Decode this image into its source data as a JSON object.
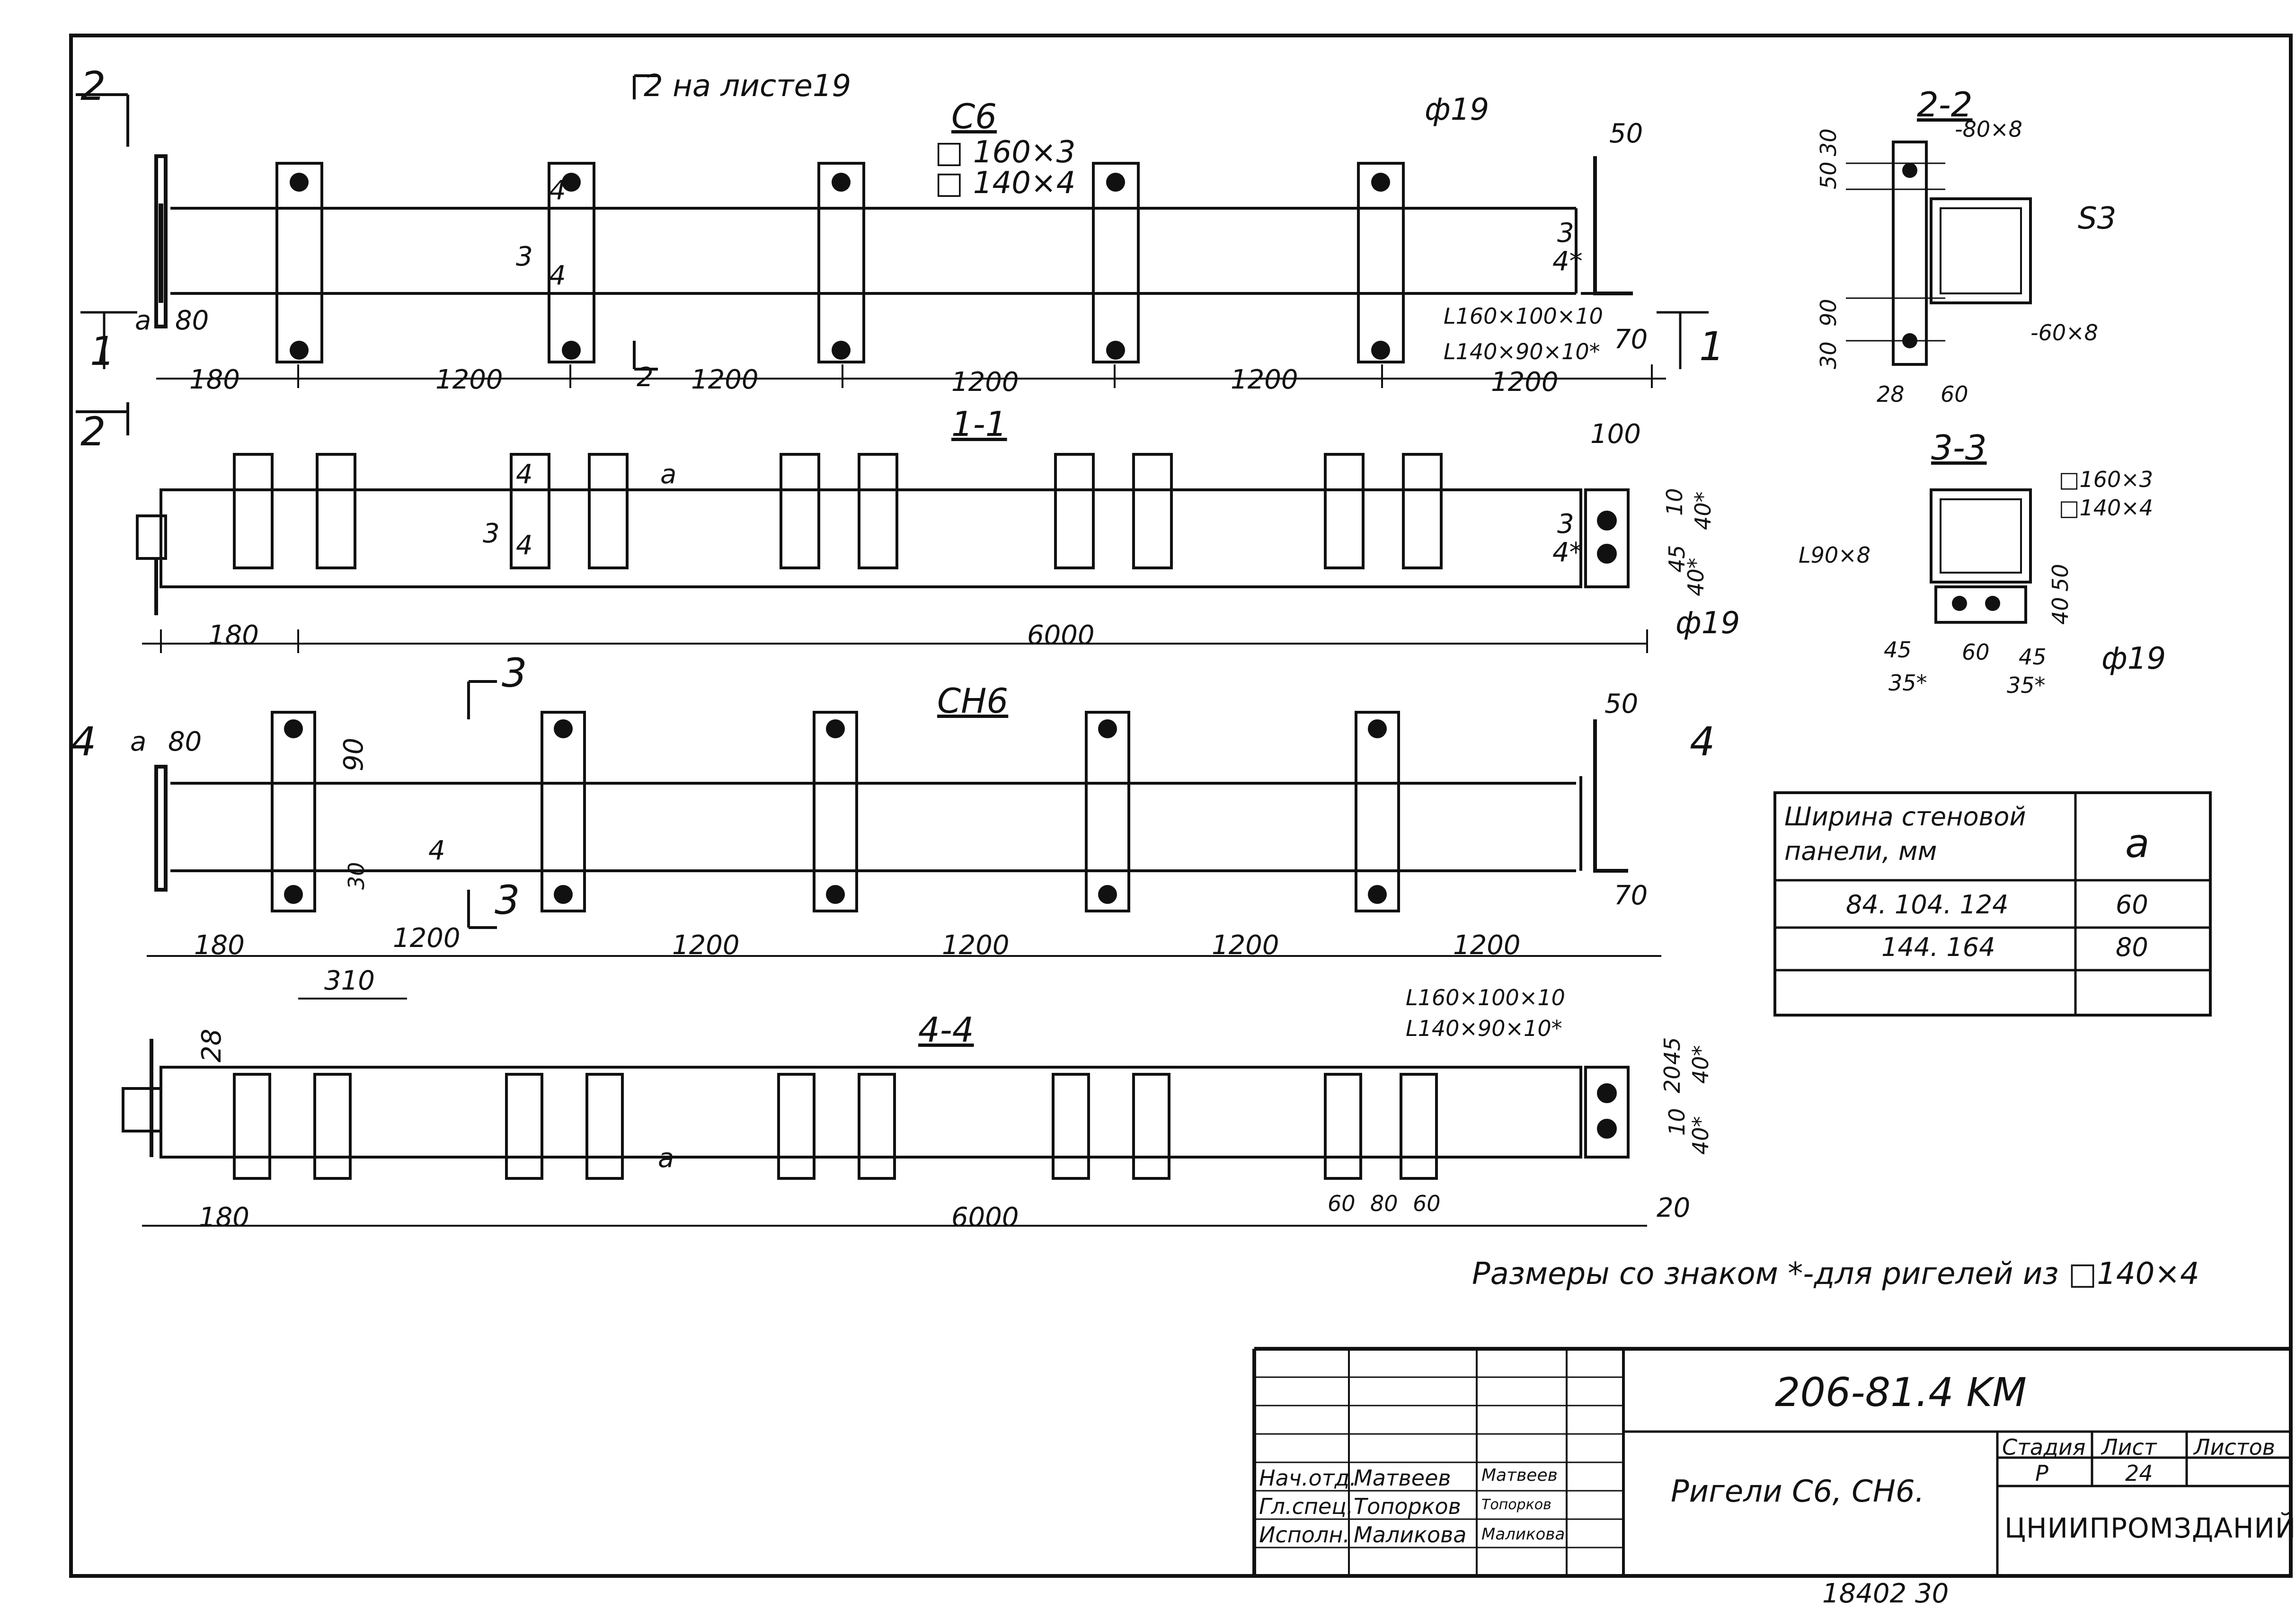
{
  "drawing": {
    "code": "206-81.4 KM",
    "footer_number": "18402 30",
    "note": "Размеры со знаком *-для ригелей из □140×4"
  },
  "views": {
    "c6": {
      "title": "С6",
      "section_cut_left": "2",
      "section_ref": "2 на листе19",
      "cut_mark": "2",
      "profile_main": "□ 160×3",
      "profile_alt": "□ 140×4",
      "hole": "ф19",
      "angle_main": "L160×100×10",
      "angle_alt": "L140×90×10*",
      "dims": [
        "180",
        "1200",
        "1200",
        "1200",
        "1200",
        "1200"
      ],
      "left_a": "a",
      "left_80": "80",
      "right_50": "50",
      "right_70": "70",
      "weld_3": "3",
      "weld_4": "4",
      "weld_4s": "4*",
      "cut_1_left": "1",
      "cut_1_right": "1",
      "cut_2_bottom": "2"
    },
    "s11": {
      "title": "1-1",
      "dims": [
        "180",
        "6000"
      ],
      "right_100": "100",
      "hole": "ф19",
      "a": "a",
      "v_10": "10",
      "v_40s": "40*",
      "v_45": "45",
      "v_40s2": "40*",
      "w3": "3",
      "w4": "4",
      "w3b": "3",
      "w4s": "4*"
    },
    "ch6": {
      "title": "СН6",
      "cut_3_top": "3",
      "cut_3_bottom": "3",
      "cut_4_left": "4",
      "cut_4_right": "4",
      "left_a": "a",
      "left_80": "80",
      "dim_90": "90",
      "dim_30": "30",
      "w4": "4",
      "right_50": "50",
      "right_70": "70",
      "dims": [
        "180",
        "1200",
        "1200",
        "1200",
        "1200",
        "1200"
      ],
      "dim_310": "310"
    },
    "s44": {
      "title": "4-4",
      "dim_28": "28",
      "angle_main": "L160×100×10",
      "angle_alt": "L140×90×10*",
      "dims": [
        "180",
        "6000"
      ],
      "bottom_60a": "60",
      "bottom_80": "80",
      "bottom_60b": "60",
      "right_20": "20",
      "v_20": "20",
      "v_45": "45",
      "v_40s": "40*",
      "v_10": "10",
      "v_40s2": "40*",
      "a": "a"
    },
    "s22": {
      "title": "2-2",
      "plate_top": "-80×8",
      "plate_bottom": "-60×8",
      "weld": "S3",
      "v_50": "50",
      "v_30": "30",
      "v_90": "90",
      "v_30b": "30",
      "h_28": "28",
      "h_60": "60"
    },
    "s33": {
      "title": "3-3",
      "profile_main": "□160×3",
      "profile_alt": "□140×4",
      "angle": "L90×8",
      "hole": "ф19",
      "dims_top": [
        "45",
        "60",
        "45"
      ],
      "dims_bot": [
        "35*",
        "35*"
      ],
      "v_50": "50",
      "v_40": "40"
    }
  },
  "table": {
    "col1_header": "Ширина стеновой панели, мм",
    "col2_header": "a",
    "rows": [
      {
        "width": "84. 104. 124",
        "a": "60"
      },
      {
        "width": "144. 164",
        "a": "80"
      }
    ]
  },
  "title_block": {
    "rows": [
      {
        "role": "Нач.отд.",
        "name": "Матвеев",
        "sign": "Матвеев"
      },
      {
        "role": "Гл.спец.",
        "name": "Топорков",
        "sign": "Топорков"
      },
      {
        "role": "Исполн.",
        "name": "Маликова",
        "sign": "Маликова"
      }
    ],
    "description": "Ригели С6, СН6.",
    "stage_label": "Стадия",
    "sheet_label": "Лист",
    "sheets_label": "Листов",
    "stage": "Р",
    "sheet": "24",
    "sheets": "",
    "org": "ЦНИИПРОМЗДАНИЙ"
  }
}
